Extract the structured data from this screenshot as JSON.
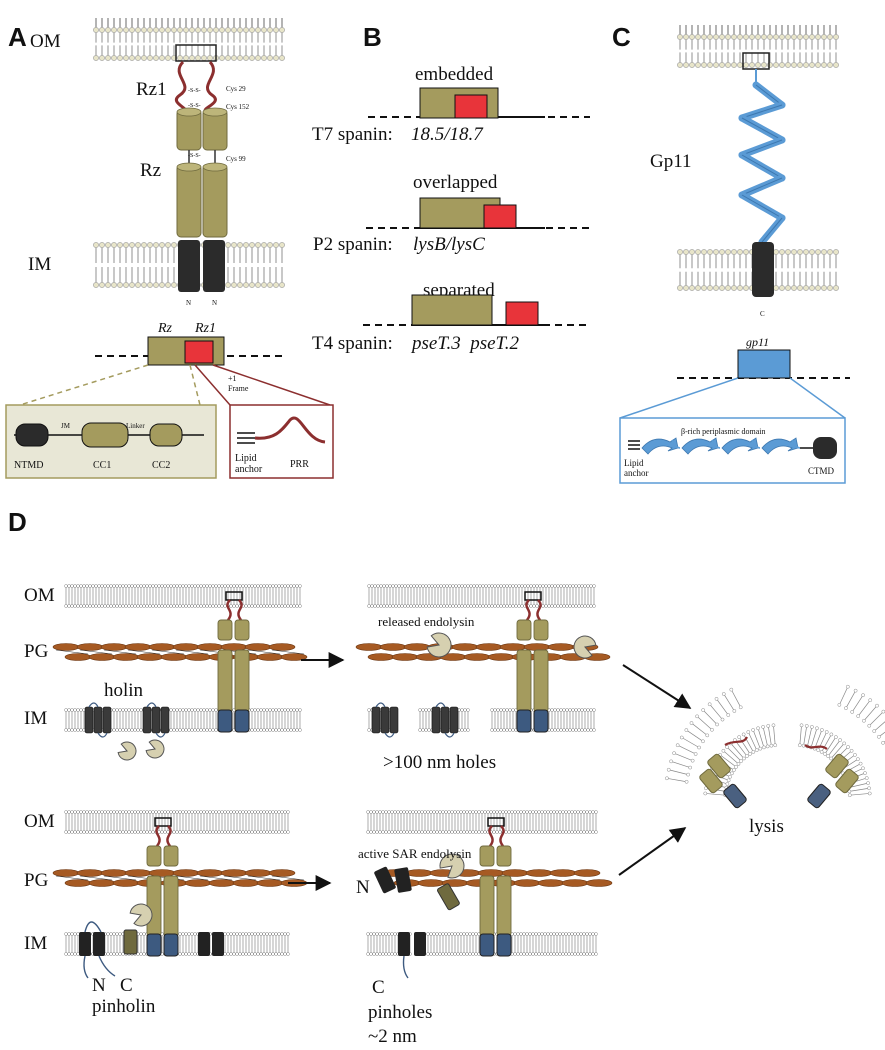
{
  "colors": {
    "olive": "#a49b5e",
    "olive_dark": "#6f6a3e",
    "red": "#e8343a",
    "blue": "#5b9bd5",
    "maroon": "#8c2f2f",
    "dark": "#2b2b2b",
    "head": "#e8e5c9",
    "pg": "#a65a23",
    "endo": "#d6d0b0"
  },
  "panels": {
    "a": "A",
    "b": "B",
    "c": "C",
    "d": "D"
  },
  "panel_a": {
    "om": "OM",
    "rz1": "Rz1",
    "rz": "Rz",
    "im": "IM",
    "cys29": "Cys 29",
    "cys152": "Cys 152",
    "cys99": "Cys 99",
    "ss": "-S-S-",
    "n1": "N",
    "n2": "N",
    "gene_rz": "Rz",
    "gene_rz1": "Rz1",
    "frame": "+1\nFrame",
    "jm": "JM",
    "linker": "Linker",
    "ntmd": "NTMD",
    "cc1": "CC1",
    "cc2": "CC2",
    "lipid": "Lipid\nanchor",
    "prr": "PRR"
  },
  "panel_b": {
    "embedded": "embedded",
    "overlapped": "overlapped",
    "separated": "separated",
    "t7_label": "T7 spanin:",
    "t7_genes": "18.5/18.7",
    "p2_label": "P2 spanin:",
    "p2_genes": "lysB/lysC",
    "t4_label": "T4 spanin:",
    "t4_genes": "pseT.3  pseT.2"
  },
  "panel_c": {
    "gp11": "Gp11",
    "c_term": "C",
    "gene": "gp11",
    "domain": "β-rich periplasmic domain",
    "lipid": "Lipid\nanchor",
    "ctmd": "CTMD"
  },
  "panel_d": {
    "om1": "OM",
    "pg1": "PG",
    "im1": "IM",
    "holin": "holin",
    "released": "released endolysin",
    "holes": ">100 nm holes",
    "om2": "OM",
    "pg2": "PG",
    "im2": "IM",
    "active_sar": "active SAR endolysin",
    "n_left": "N",
    "c_left": "C",
    "pinholin": "pinholin",
    "n_right": "N",
    "c_right": "C",
    "pinholes": "pinholes\n~2 nm",
    "lysis": "lysis"
  }
}
